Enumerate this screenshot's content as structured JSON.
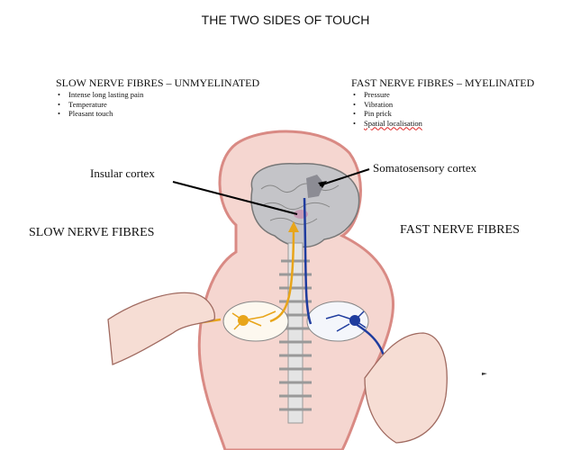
{
  "title": "THE TWO SIDES OF TOUCH",
  "slow": {
    "heading": "SLOW NERVE FIBRES – UNMYELINATED",
    "items": [
      "Intense long lasting pain",
      "Temperature",
      "Pleasant touch"
    ]
  },
  "fast": {
    "heading": "FAST NERVE FIBRES – MYELINATED",
    "items": [
      "Pressure",
      "Vibration",
      "Pin prick",
      "Spatial localisation"
    ]
  },
  "labels": {
    "insular": "Insular cortex",
    "somatosensory": "Somatosensory cortex",
    "slow_fibres": "SLOW NERVE FIBRES",
    "fast_fibres": "FAST NERVE FIBRES"
  },
  "colors": {
    "slow": "#e8a51a",
    "fast": "#1f3c9e",
    "skin": "#f2c6c0",
    "outline": "#d98a84",
    "brain": "#b8b8bc"
  }
}
